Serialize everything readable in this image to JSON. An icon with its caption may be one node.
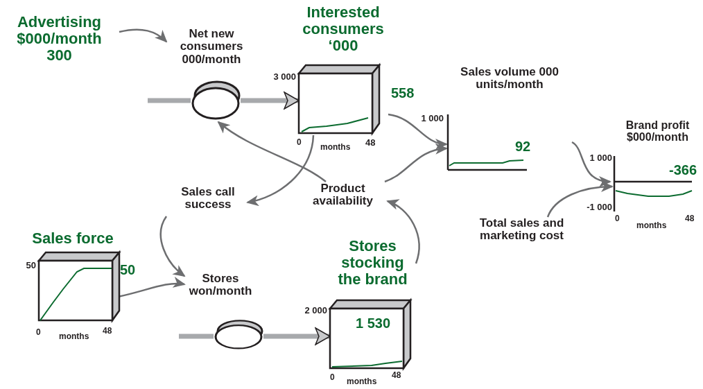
{
  "diagram": {
    "nodes": [
      {
        "text": [
          "Advertising $000/month",
          "300"
        ]
      },
      {
        "text": [
          "Net new consumers 000/month"
        ]
      },
      {
        "text": [
          "Interested consumers ‘000"
        ],
        "beside": [
          "3 000",
          "0",
          "months",
          "48",
          "558"
        ]
      },
      {
        "text": [],
        "shape": "ellipse"
      },
      {
        "text": [
          "Sales volume 000 units/month",
          "92"
        ],
        "beside": [
          "1 000"
        ]
      },
      {
        "text": [
          "Brand profit $000/month",
          "-366"
        ],
        "beside": [
          "1 000",
          "-1 000",
          "0",
          "months",
          "48"
        ]
      },
      {
        "text": [
          "Sales call success"
        ]
      },
      {
        "text": [
          "Product availability"
        ]
      },
      {
        "text": [
          "Total sales and marketing cost"
        ]
      },
      {
        "text": [
          "Sales force"
        ],
        "beside": [
          "50",
          "50",
          "0",
          "months",
          "48"
        ]
      },
      {
        "text": [
          "Stores won/month"
        ]
      },
      {
        "text": [
          "Stores stocking the brand",
          "1 530"
        ],
        "beside": [
          "2 000",
          "0",
          "months",
          "48"
        ]
      },
      {
        "text": [],
        "shape": "ellipse"
      }
    ],
    "edges": [
      {
        "from": 0,
        "to": 1,
        "arrow": "to"
      },
      {
        "from": null,
        "to": 3,
        "arrow": "none",
        "style": "thick"
      },
      {
        "from": 3,
        "to": 2,
        "arrow": "to",
        "style": "thick"
      },
      {
        "from": 7,
        "to": 3,
        "arrow": "to"
      },
      {
        "from": 2,
        "to": 6,
        "arrow": "to"
      },
      {
        "from": 2,
        "to": 4,
        "arrow": "to"
      },
      {
        "from": 7,
        "to": 4,
        "arrow": "to"
      },
      {
        "from": 4,
        "to": 5,
        "arrow": "to"
      },
      {
        "from": 8,
        "to": 5,
        "arrow": "to"
      },
      {
        "from": 6,
        "to": 10,
        "arrow": "to"
      },
      {
        "from": 9,
        "to": 10,
        "arrow": "to"
      },
      {
        "from": null,
        "to": 12,
        "arrow": "none",
        "style": "thick"
      },
      {
        "from": 12,
        "to": 11,
        "arrow": "to",
        "style": "thick"
      },
      {
        "from": 11,
        "to": 7,
        "arrow": "to"
      }
    ]
  }
}
